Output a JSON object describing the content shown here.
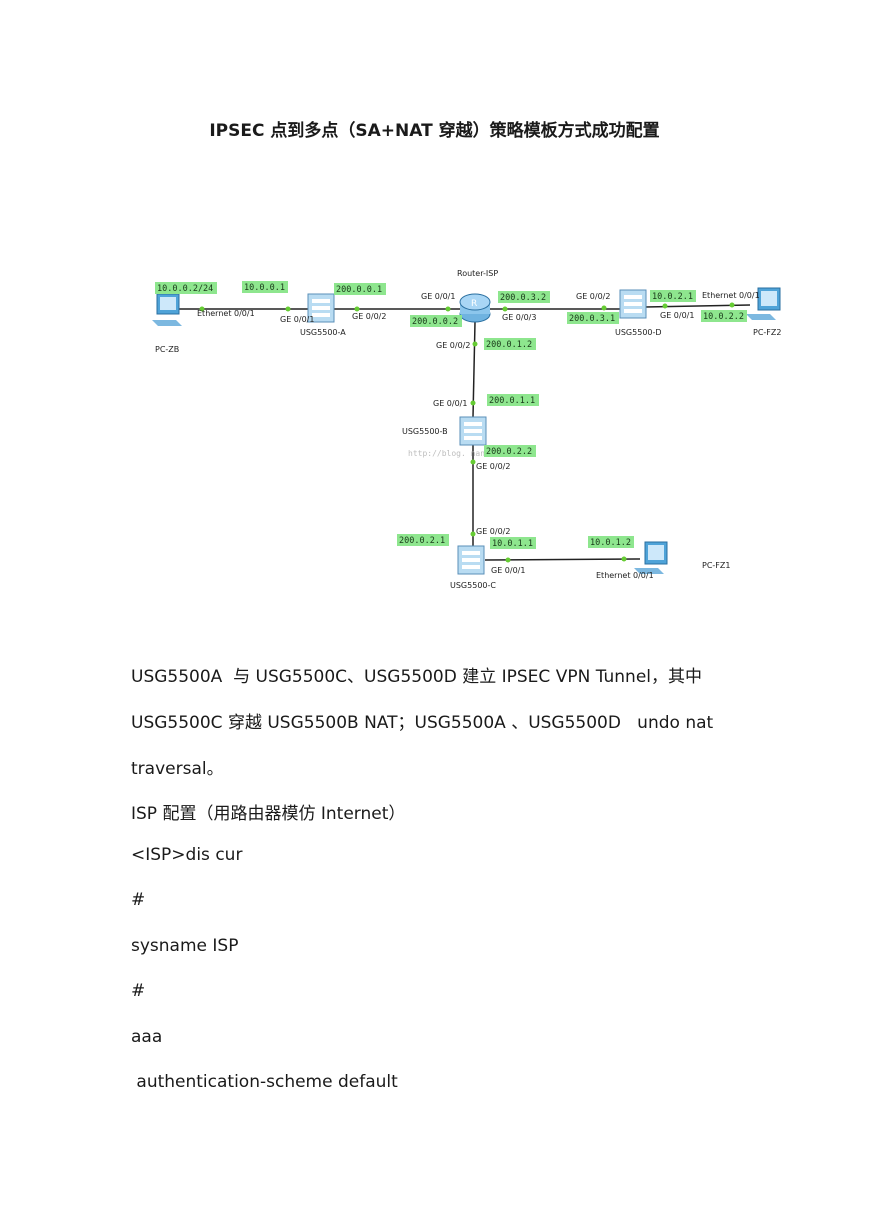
{
  "title": "IPSEC 点到多点（SA+NAT 穿越）策略模板方式成功配置",
  "diagram": {
    "router_name": "Router-ISP",
    "watermark": "http://blog.  nankluwei",
    "devices": {
      "pc_zb": "PC-ZB",
      "usg_a": "USG5500-A",
      "usg_b": "USG5500-B",
      "usg_c": "USG5500-C",
      "usg_d": "USG5500-D",
      "pc_fz1": "PC-FZ1",
      "pc_fz2": "PC-FZ2"
    },
    "ports": {
      "zb_eth": "Ethernet 0/0/1",
      "a_ge1": "GE 0/0/1",
      "a_ge2": "GE 0/0/2",
      "r_ge1": "GE 0/0/1",
      "r_ge3": "GE 0/0/3",
      "r_ge2": "GE 0/0/2",
      "d_ge2": "GE 0/0/2",
      "d_ge1": "GE 0/0/1",
      "fz2_eth": "Ethernet 0/0/1",
      "b_ge1": "GE 0/0/1",
      "b_ge2": "GE 0/0/2",
      "c_ge2": "GE 0/0/2",
      "c_ge1": "GE 0/0/1",
      "fz1_eth": "Ethernet 0/0/1"
    },
    "ips": {
      "zb": "10.0.0.2/24",
      "a_in": "10.0.0.1",
      "a_out": "200.0.0.1",
      "r_a": "200.0.0.2",
      "r_d": "200.0.3.2",
      "d_out": "200.0.3.1",
      "d_in": "10.0.2.1",
      "fz2": "10.0.2.2",
      "r_b": "200.0.1.2",
      "b_out": "200.0.1.1",
      "b_in": "200.0.2.2",
      "c_out": "200.0.2.1",
      "c_in": "10.0.1.1",
      "fz1": "10.0.1.2"
    }
  },
  "body_lines": [
    "USG5500A  与 USG5500C、USG5500D 建立 IPSEC VPN Tunnel，其中",
    "USG5500C 穿越 USG5500B NAT；USG5500A 、USG5500D   undo nat",
    "traversal。",
    "ISP 配置（用路由器模仿 Internet）",
    "<ISP>dis cur",
    "#",
    "sysname ISP",
    "#",
    "aaa",
    " authentication-scheme default"
  ]
}
